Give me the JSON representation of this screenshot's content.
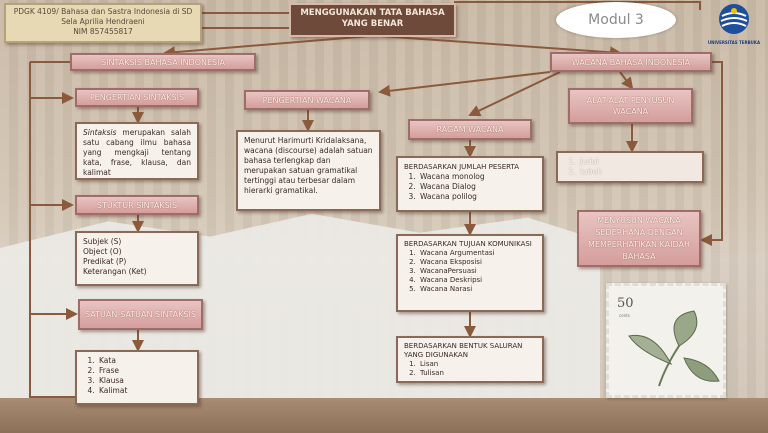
{
  "title": "MENGGUNAKAN TATA BAHASA YANG BENAR",
  "author": [
    "PDGK 4109/ Bahasa dan Sastra Indonesia di SD",
    "Sela Aprilia Hendraeni",
    "NIM 857455817"
  ],
  "modul": "Modul 3",
  "logo": {
    "name": "UNIVERSITAS TERBUKA"
  },
  "left": {
    "header": "SINTAKSIS BAHASA INDONESIA",
    "pengertian_header": "PENGERTIAN SINTAKSIS",
    "pengertian_term": "Sintaksis",
    "pengertian_rest": " merupakan salah satu cabang ilmu bahasa yang mengkaji tentang kata, frase, klausa, dan kalimat",
    "struktur_header": "STUKTUR SINTAKSIS",
    "struktur_items": [
      "Subjek (S)",
      "Object (O)",
      "Predikat (P)",
      "Keterangan (Ket)"
    ],
    "satuan_header": "SATUAN-SATUAN SINTAKSIS",
    "satuan_items": [
      "Kata",
      "Frase",
      "Klausa",
      "Kalimat"
    ]
  },
  "middle": {
    "pengertian_header": "PENGERTIAN WACANA",
    "pengertian_text": "Menurut Harimurti Kridalaksana, wacana (discourse) adalah satuan bahasa terlengkap dan merupakan satuan gramatikal tertinggi atau terbesar dalam hierarki gramatikal."
  },
  "right": {
    "header": "WACANA BAHASA INDONESIA",
    "ragam_header": "RAGAM WACANA",
    "jumlah_title": "BERDASARKAN JUMLAH PESERTA",
    "jumlah_items": [
      "Wacana monolog",
      "Wacana Dialog",
      "Wacana polilog"
    ],
    "tujuan_title": "BERDASARKAN TUJUAN KOMUNIKASI",
    "tujuan_items": [
      "Wacana Argumentasi",
      "Wacana Eksposisi",
      "WacanaPersuasi",
      "Wacana Deskripsi",
      "Wacana Narasi"
    ],
    "saluran_title": "BERDASARKAN BENTUK SALURAN YANG DIGUNAKAN",
    "saluran_items": [
      "Lisan",
      "Tulisan"
    ],
    "alat_header": "ALAT-ALAT PENYUSUN WACANA",
    "alat_items": [
      "Judul",
      "tubuh"
    ],
    "menyusun_header": "MENYUSUN WACANA SEDERHANA DENGAN MEMPERHATIKAN KAIDAH BAHASA"
  },
  "stamp": {
    "number": "50",
    "sub": "cents"
  },
  "colors": {
    "header_bg": "#d49e9c",
    "body_bg": "#f7f1ec",
    "title_bg": "#6e4a3a",
    "line": "#8b5a3c"
  }
}
